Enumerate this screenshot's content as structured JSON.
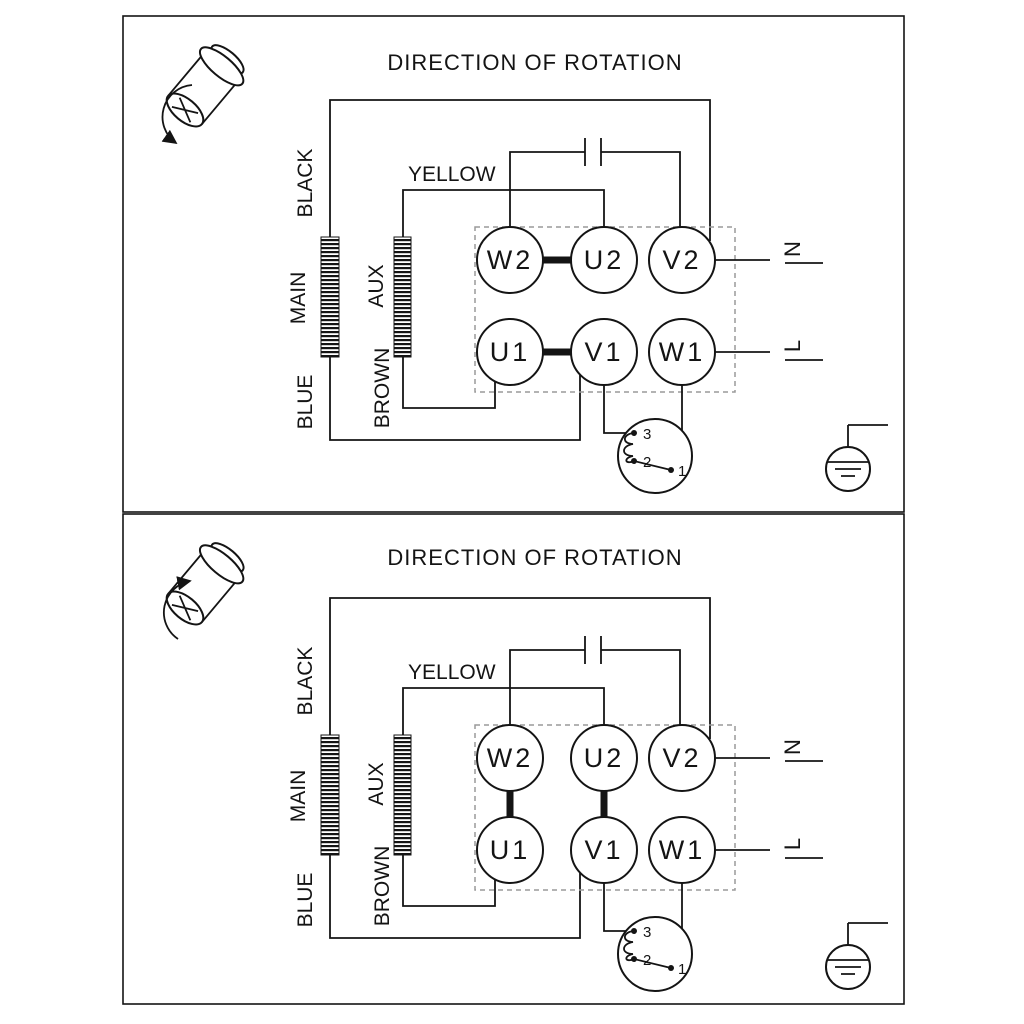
{
  "panels": [
    {
      "title": "DIRECTION OF ROTATION",
      "labels": {
        "black": "BLACK",
        "main": "MAIN",
        "blue": "BLUE",
        "aux": "AUX",
        "brown": "BROWN",
        "yellow": "YELLOW"
      },
      "terminals": {
        "w2": "W2",
        "u2": "U2",
        "v2": "V2",
        "u1": "U1",
        "v1": "V1",
        "w1": "W1"
      },
      "supply": {
        "neutral": "N",
        "line": "L"
      },
      "thermal_switch": {
        "t3": "3",
        "t2": "2",
        "t1": "1"
      },
      "link_bars": [
        "W2-U2",
        "U1-V1"
      ],
      "rotation_direction": "down"
    },
    {
      "title": "DIRECTION OF ROTATION",
      "labels": {
        "black": "BLACK",
        "main": "MAIN",
        "blue": "BLUE",
        "aux": "AUX",
        "brown": "BROWN",
        "yellow": "YELLOW"
      },
      "terminals": {
        "w2": "W2",
        "u2": "U2",
        "v2": "V2",
        "u1": "U1",
        "v1": "V1",
        "w1": "W1"
      },
      "supply": {
        "neutral": "N",
        "line": "L"
      },
      "thermal_switch": {
        "t3": "3",
        "t2": "2",
        "t1": "1"
      },
      "link_bars": [
        "W2-U1",
        "U2-V1"
      ],
      "rotation_direction": "up"
    }
  ],
  "icons": {
    "motor": "motor-shaft-icon",
    "rotation": "rotation-arrow-icon",
    "capacitor": "capacitor-icon",
    "thermal": "thermal-switch-icon",
    "ground": "earth-ground-icon"
  }
}
